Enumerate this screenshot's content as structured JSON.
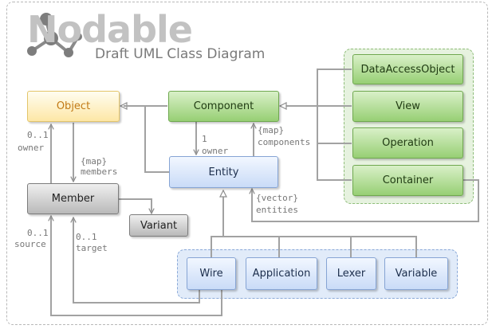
{
  "title": {
    "logo": "Nodable",
    "subtitle": "Draft UML Class Diagram"
  },
  "classes": {
    "object": "Object",
    "component": "Component",
    "entity": "Entity",
    "member": "Member",
    "variant": "Variant",
    "data_access_object": "DataAccessObject",
    "view": "View",
    "operation": "Operation",
    "container": "Container",
    "wire": "Wire",
    "application": "Application",
    "lexer": "Lexer",
    "variable": "Variable"
  },
  "labels": {
    "owner_mult": "0..1",
    "owner": "owner",
    "members_type": "{map}",
    "members": "members",
    "source_mult": "0..1",
    "source": "source",
    "target_mult": "0..1",
    "target": "target",
    "entity_owner_mult": "1",
    "entity_owner": "owner",
    "components_type": "{map}",
    "components": "components",
    "entities_type": "{vector}",
    "entities": "entities"
  },
  "colors": {
    "green_fill": "#97cf74",
    "blue_fill": "#c9dbf7",
    "yellow_fill": "#fde7a6",
    "grey_fill": "#b9b9b9",
    "line": "#9a9a9a",
    "label": "#777777"
  }
}
